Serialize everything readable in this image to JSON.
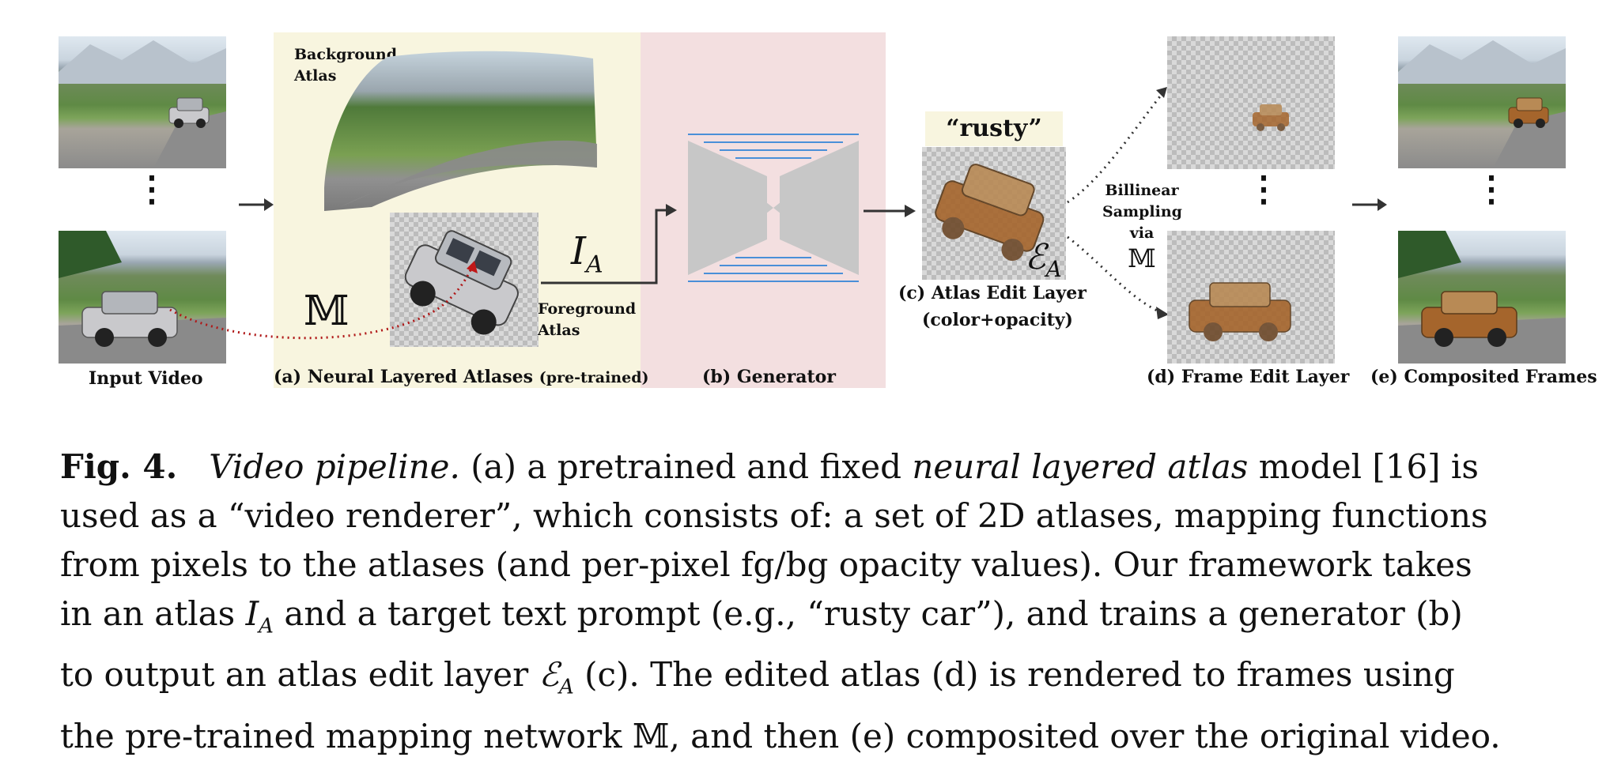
{
  "figure": {
    "input_video_label": "Input Video",
    "panel_a_label": "(a) Neural Layered Atlases",
    "panel_a_label_suffix": "(pre-trained)",
    "panel_b_label": "(b) Generator",
    "panel_c_label_line1": "(c) Atlas Edit Layer",
    "panel_c_label_line2": "(color+opacity)",
    "panel_d_label": "(d) Frame Edit Layer",
    "panel_e_label": "(e) Composited Frames",
    "background_atlas_line1": "Background",
    "background_atlas_line2": "Atlas",
    "foreground_atlas_line1": "Foreground",
    "foreground_atlas_line2": "Atlas",
    "prompt_label": "“rusty”",
    "sampling_line1": "Billinear",
    "sampling_line2": "Sampling",
    "sampling_line3": "via",
    "mapping_symbol": "𝕄",
    "atlas_symbol": "I",
    "atlas_subscript": "A",
    "edit_symbol": "ℰ",
    "edit_subscript": "A",
    "ellipsis": "⋮"
  },
  "caption": {
    "fig_label": "Fig. 4.",
    "title": "Video pipeline.",
    "line1_a": "(a) a pretrained and fixed",
    "line1_b": "neural layered atlas",
    "line1_c": "model [16] is",
    "line2": "used as a “video renderer”, which consists of: a set of 2D atlases, mapping functions",
    "line3": "from pixels to the atlases (and per-pixel fg/bg opacity values). Our framework takes",
    "line4_a": "in an atlas",
    "line4_b": "and a target text prompt (e.g., “rusty car”), and trains a generator (b)",
    "line5_a": "to output an atlas edit layer",
    "line5_b": "(c). The edited atlas (d) is rendered to frames using",
    "line6": "the pre-trained mapping network 𝕄, and then (e) composited over the original video."
  },
  "colors": {
    "panel_a_bg": "#f8f5df",
    "panel_b_bg": "#f3dfe0",
    "generator_gray": "#c7c7c7",
    "generator_lines": "#4a8fd8",
    "mapping_dotted": "#b01818",
    "rust": "#a5652c",
    "car_silver": "#c9c9cc"
  },
  "icons": {
    "arrow": "right-arrow-icon",
    "car": "car-icon"
  }
}
